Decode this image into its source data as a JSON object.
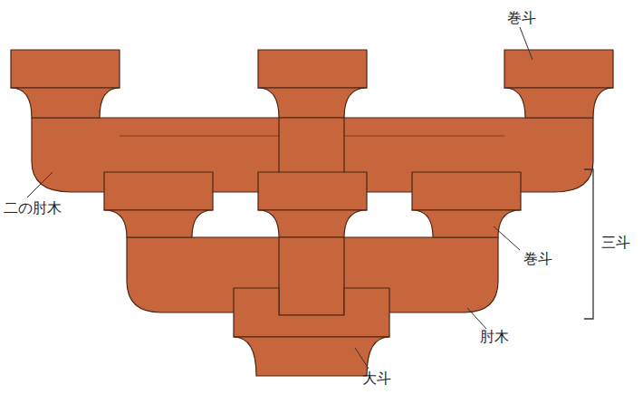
{
  "diagram": {
    "labels": [
      "巻斗",
      "二の肘木",
      "巻斗",
      "三斗",
      "肘木",
      "大斗"
    ]
  }
}
